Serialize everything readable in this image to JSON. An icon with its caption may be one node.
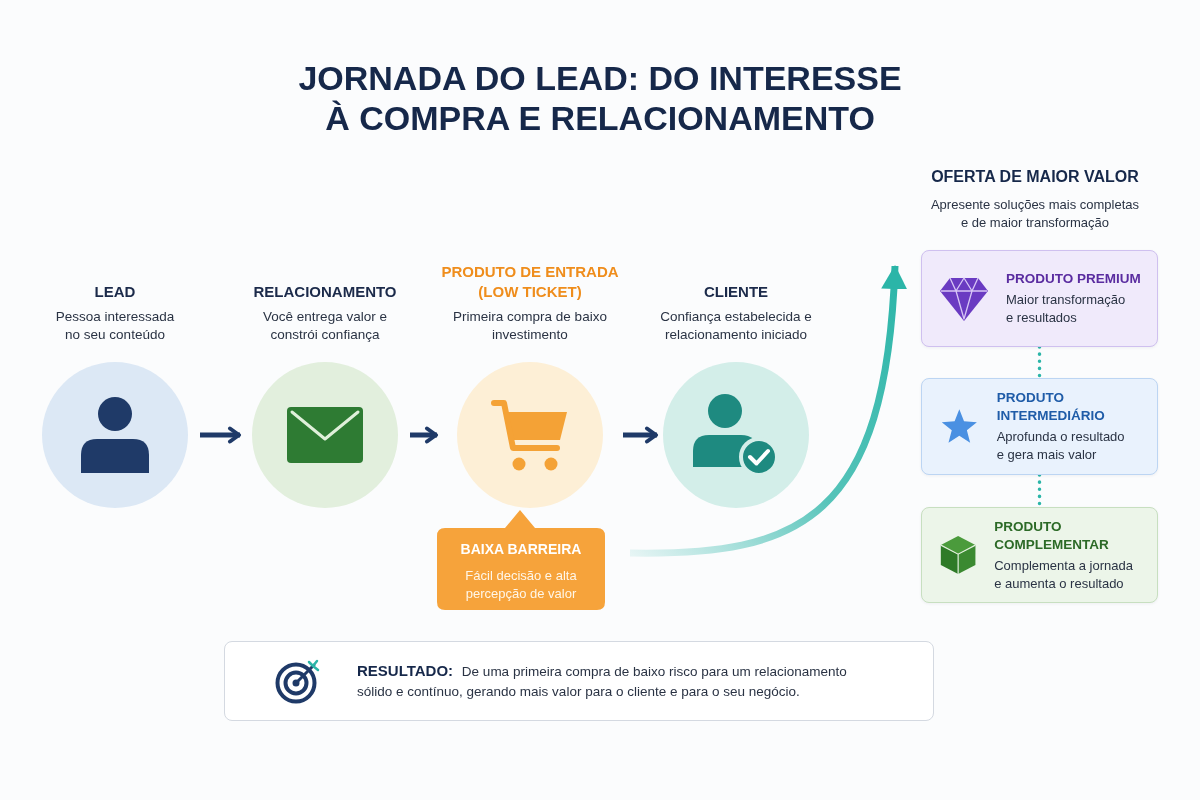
{
  "diagram": {
    "title": "JORNADA DO LEAD: DO INTERESSE À COMPRA E RELACIONAMENTO",
    "nodes": [
      {
        "text": [
          "LEAD",
          "Pessoa interessada no seu conteúdo"
        ]
      },
      {
        "text": [
          "RELACIONAMENTO",
          "Você entrega valor e constrói confiança"
        ]
      },
      {
        "text": [
          "PRODUTO DE ENTRADA (LOW TICKET)",
          "Primeira compra de baixo investimento"
        ]
      },
      {
        "text": [
          "CLIENTE",
          "Confiança estabelecida e relacionamento iniciado"
        ]
      },
      {
        "text": [
          "BAIXA BARREIRA",
          "Fácil decisão e alta percepção de valor"
        ]
      },
      {
        "text": [
          "PRODUTO PREMIUM",
          "Maior transformação e resultados"
        ]
      },
      {
        "text": [
          "PRODUTO INTERMEDIÁRIO",
          "Aprofunda o resultado e gera mais valor"
        ]
      },
      {
        "text": [
          "PRODUTO COMPLEMENTAR",
          "Complementa a jornada e aumenta o resultado"
        ]
      },
      {
        "text": [
          "**RESULTADO:** De uma primeira compra de baixo risco para um relacionamento sólido e contínuo, gerando mais valor para o cliente e para o seu negócio."
        ]
      }
    ],
    "edges": [
      {
        "from": 0,
        "to": 1,
        "arrow": "to"
      },
      {
        "from": 1,
        "to": 2,
        "arrow": "to"
      },
      {
        "from": 2,
        "to": 3,
        "arrow": "to"
      },
      {
        "from": 5,
        "to": 6,
        "arrow": "none",
        "style": "dashed",
        "color": "#2bb5a8"
      },
      {
        "from": 6,
        "to": 7,
        "arrow": "none",
        "style": "dashed",
        "color": "#2bb5a8"
      }
    ],
    "labels": [
      "OFERTA DE MAIOR VALOR",
      "Apresente soluções mais completas e de maior transformação"
    ]
  }
}
